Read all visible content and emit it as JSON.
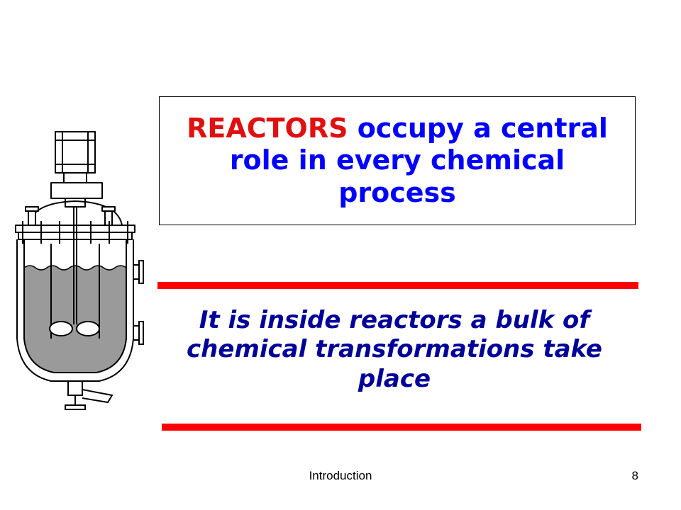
{
  "slide": {
    "title_accent": "REACTORS",
    "title_rest": " occupy a central role in every chemical process",
    "body": "It is inside reactors a bulk of chemical transformations take place",
    "footer_label": "Introduction",
    "page_number": "8"
  },
  "colors": {
    "title_accent": "#e01010",
    "title_text": "#0000ff",
    "body_text": "#000099",
    "rule": "#ff0000"
  },
  "illustration": {
    "icon": "stirred-tank-reactor-icon"
  }
}
